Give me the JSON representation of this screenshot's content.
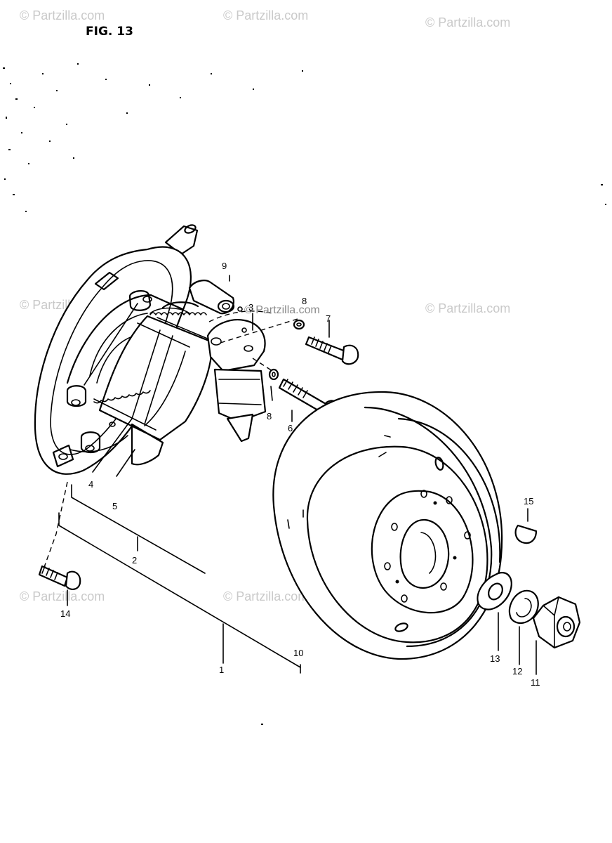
{
  "figure": {
    "title": "FIG. 13"
  },
  "watermark": {
    "text": "© Partzilla.com"
  },
  "callouts": {
    "c1": "1",
    "c2": "2",
    "c3": "3",
    "c4": "4",
    "c5": "5",
    "c6": "6",
    "c7": "7",
    "c8a": "8",
    "c8b": "8",
    "c9": "9",
    "c10": "10",
    "c11": "11",
    "c12": "12",
    "c13": "13",
    "c14": "14",
    "c15": "15"
  },
  "colors": {
    "ink": "#000000",
    "paper": "#ffffff",
    "watermark": "#c9c9c9"
  }
}
